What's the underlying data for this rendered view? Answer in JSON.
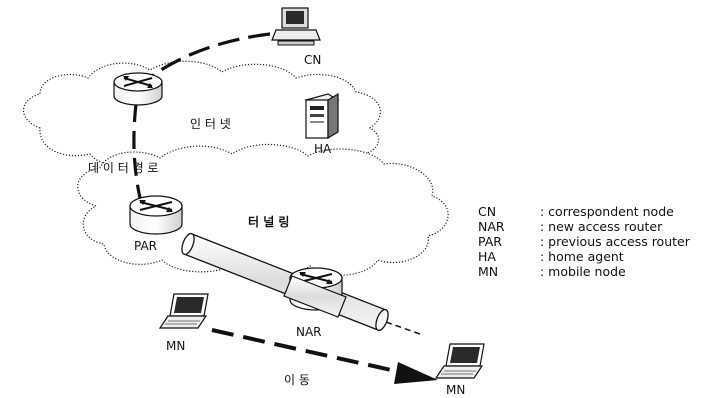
{
  "labels": {
    "cn": "CN",
    "ha": "HA",
    "internet": "인 터 넷",
    "data_path": "데 이 터 경 로",
    "par": "PAR",
    "nar": "NAR",
    "tunneling": "터 널 링",
    "mn_old": "MN",
    "mn_new": "MN",
    "movement": "이 동"
  },
  "legend": [
    {
      "abbr": "CN",
      "desc": ": correspondent node"
    },
    {
      "abbr": "NAR",
      "desc": ": new access router"
    },
    {
      "abbr": "PAR",
      "desc": ": previous access router"
    },
    {
      "abbr": "HA",
      "desc": ": home agent"
    },
    {
      "abbr": "MN",
      "desc": ": mobile node"
    }
  ]
}
